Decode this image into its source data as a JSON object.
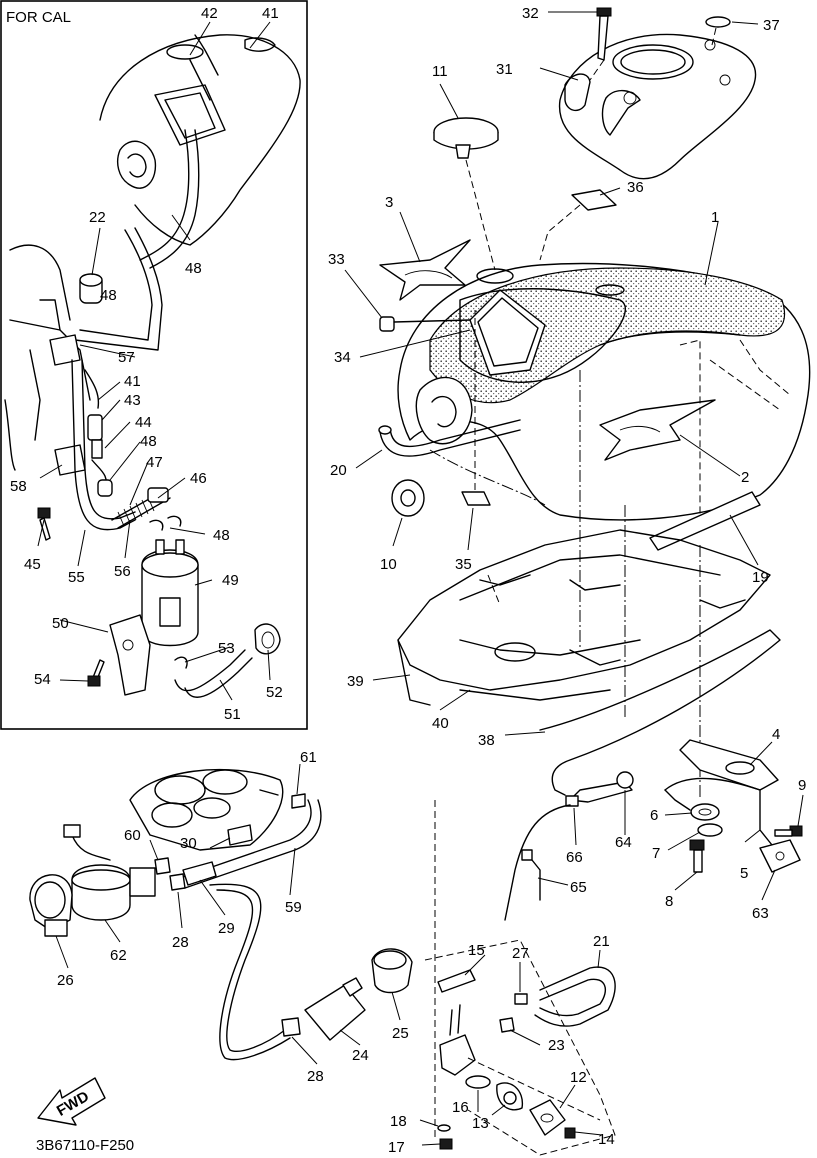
{
  "inset_title": "FOR CAL",
  "drawing_code": "3B67110-F250",
  "fwd_label": "FWD",
  "callouts": [
    "1",
    "2",
    "3",
    "4",
    "5",
    "6",
    "7",
    "8",
    "9",
    "10",
    "11",
    "12",
    "13",
    "14",
    "15",
    "16",
    "17",
    "18",
    "19",
    "20",
    "21",
    "22",
    "23",
    "24",
    "25",
    "26",
    "27",
    "28",
    "28",
    "29",
    "30",
    "31",
    "32",
    "33",
    "34",
    "35",
    "36",
    "37",
    "38",
    "39",
    "40",
    "41",
    "41",
    "42",
    "43",
    "44",
    "45",
    "46",
    "47",
    "48",
    "48",
    "48",
    "48",
    "49",
    "50",
    "51",
    "52",
    "53",
    "54",
    "55",
    "56",
    "57",
    "58",
    "59",
    "60",
    "61",
    "62",
    "63",
    "64",
    "65",
    "66"
  ]
}
